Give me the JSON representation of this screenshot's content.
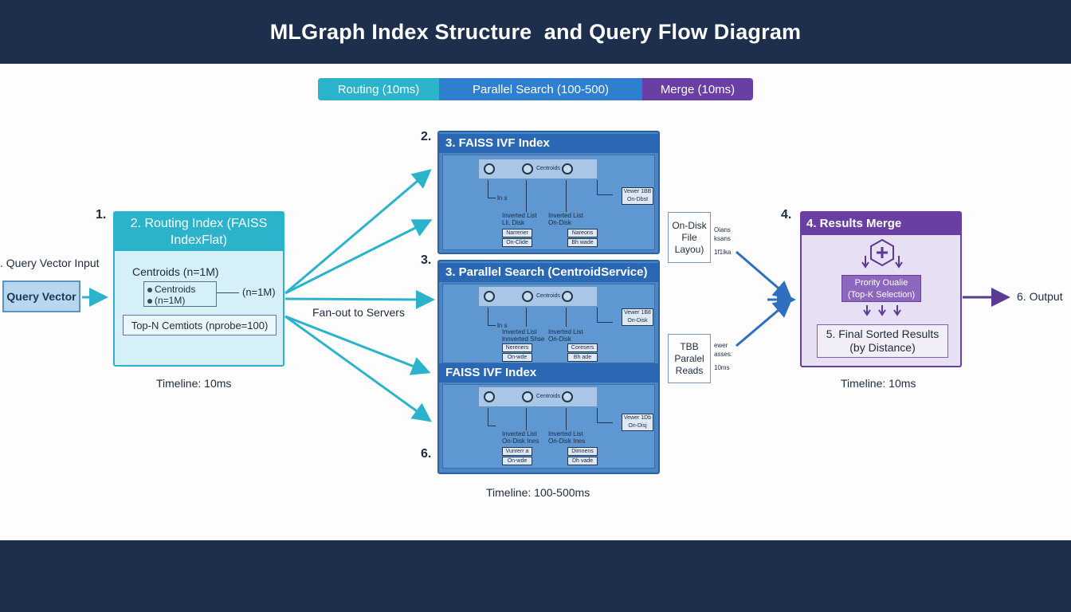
{
  "title": "MLGraph Index Structure  and Query Flow Diagram",
  "timeline_bar": {
    "routing": "Routing (10ms)",
    "parallel": "Parallel Search (100-500)",
    "merge": "Merge (10ms)"
  },
  "input": {
    "label": ". Query Vector Input",
    "box": "Query Vector"
  },
  "routing_index": {
    "step": "1.",
    "header_line1": "2. Routing Index (FAISS",
    "header_line2": "IndexFlat)",
    "centroids_label": "Centroids (n=1M)",
    "inner_line1": "Centroids",
    "inner_line2": "(n=1M)",
    "right_note": "(n=1M)",
    "topn": "Top-N Cemtiots (nprobe=100)",
    "timeline": "Timeline: 10ms"
  },
  "fanout": "Fan-out to Servers",
  "panels": {
    "step_top": "2.",
    "step_mid": "3.",
    "step_bot": "6.",
    "top_title": "3. FAISS IVF Index",
    "mid_title": "3. Parallel Search (CentroidService)",
    "bot_title": "FAISS IVF Index",
    "centroid_text": "Centroids",
    "small_label": "ln s",
    "inv_list_line1": "Inverted List",
    "inv_list_line2a": "Lli, Disk",
    "inv_list_line2b": "On-Disk",
    "inv_list_line2c": "lnnverted Shse",
    "inv_list_line2d": "On-Disk",
    "inv_list_line2e": "On-Disk Ines",
    "inv_list_line2f": "On-Disk Ines",
    "mini_a": "Narrener",
    "mini_b": "Nareons",
    "mini_c": "On-Clide",
    "mini_d": "Bh wade",
    "mini_e": "Nereners",
    "mini_f": "Coresers",
    "mini_g": "On-wde",
    "mini_h": "Bh ade",
    "mini_i": "Vunrerr a",
    "mini_j": "Dimnens",
    "mini_k": "On-wde",
    "mini_l": "Dh vade",
    "vec_a_line1": "Vewer 1BB",
    "vec_a_line2": "On-Dbst",
    "vec_b_line1": "Vewer 1B8",
    "vec_b_line2": "On-Disk",
    "vec_c_line1": "Vewer 1Db",
    "vec_c_line2": "On-Disj",
    "timeline": "Timeline: 100-500ms"
  },
  "ondisk": {
    "line1": "On-Disk",
    "line2": "File",
    "line3": "Layou)",
    "side1": "Oians",
    "side2": "ksans",
    "side3": "1f1ika"
  },
  "tbb": {
    "line1": "TBB",
    "line2": "Paralel",
    "line3": "Reads",
    "side1": "ewer",
    "side2": "asses:",
    "side3": "10ms"
  },
  "merge": {
    "step": "4.",
    "header": "4. Results Merge",
    "pq_line1": "Prority Oualie",
    "pq_line2": "(Top-K Selection)",
    "final_line1": "5. Final Sorted Results",
    "final_line2": "(by Distance)",
    "timeline": "Timeline: 10ms"
  },
  "output": "6. Output",
  "colors": {
    "header_bg": "#1e2f4d",
    "routing": "#2bb3cc",
    "search": "#2e7fd0",
    "merge": "#6a3fa3"
  }
}
